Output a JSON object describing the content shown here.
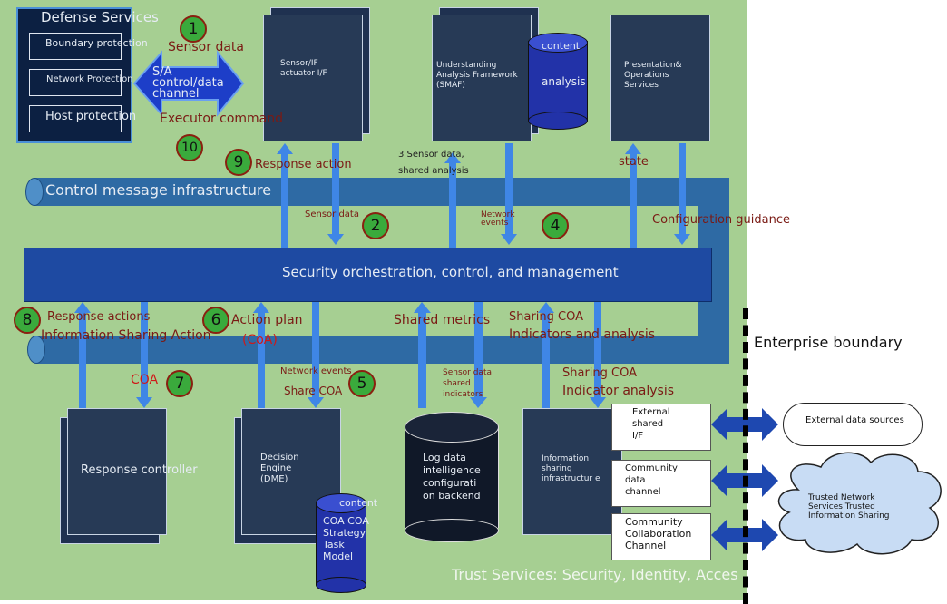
{
  "defense": {
    "title": "Defense Services",
    "items": [
      "Boundary protection",
      "Network Protection",
      "Host protection"
    ]
  },
  "sa_channel": "S/A control/data channel",
  "sensor_if": "Sensor/IF actuator I/F",
  "smaf": "Understanding Analysis Framework (SMAF)",
  "content_cyl": {
    "top": "content",
    "body": "analysis"
  },
  "presentation": "Presentation& Operations Services",
  "control_infra": "Control message infrastructure",
  "orchestration": "Security orchestration, control, and management",
  "labels": {
    "sensor_data_top": "Sensor data",
    "executor_command": "Executor command",
    "response_action": "Response action",
    "sensor_shared_analysis": "3 Sensor data, shared analysis",
    "state": "state",
    "sensor_data_mid": "Sensor data",
    "network_events_top": "Network events",
    "configuration_guidance": "Configuration guidance",
    "response_actions": "Response actions",
    "info_sharing_action": "Information Sharing Action",
    "action_plan": "Action plan",
    "coa_paren": "(CoA)",
    "shared_metrics": "Shared metrics",
    "sharing_coa_1": "Sharing COA",
    "indicators_and_analysis": "Indicators and analysis",
    "coa": "COA",
    "network_events_low": "Network events",
    "share_coa": "Share COA",
    "sensor_data_shared_indicators": "Sensor data, shared indicators",
    "sharing_coa_2": "Sharing COA",
    "indicator_analysis": "Indicator analysis"
  },
  "numbers": [
    "1",
    "2",
    "4",
    "5",
    "6",
    "7",
    "8",
    "9",
    "10"
  ],
  "response_controller": "Response controller",
  "dme": "Decision Engine (DME)",
  "coa_cyl": {
    "top": "content",
    "body": "COA COA Strategy Task Model"
  },
  "log_cyl": "Log data intelligence configurati on backend",
  "info_infra": "Information sharing infrastructur e",
  "external": {
    "shared_if": "External shared I/F",
    "community_data": "Community data channel",
    "community_collab": "Community Collaboration Channel",
    "data_sources": "External data sources",
    "trusted": "Trusted Network Services Trusted Information Sharing"
  },
  "enterprise_boundary": "Enterprise boundary",
  "trust_services": "Trust Services: Security, Identity, Acces",
  "colors": {
    "background": "#a6cf92",
    "box": "#273a56",
    "pipe": "#2e6aa4",
    "orchestration": "#1e4aa2",
    "badge": "#3aaa3c",
    "label": "#7a1a14"
  }
}
